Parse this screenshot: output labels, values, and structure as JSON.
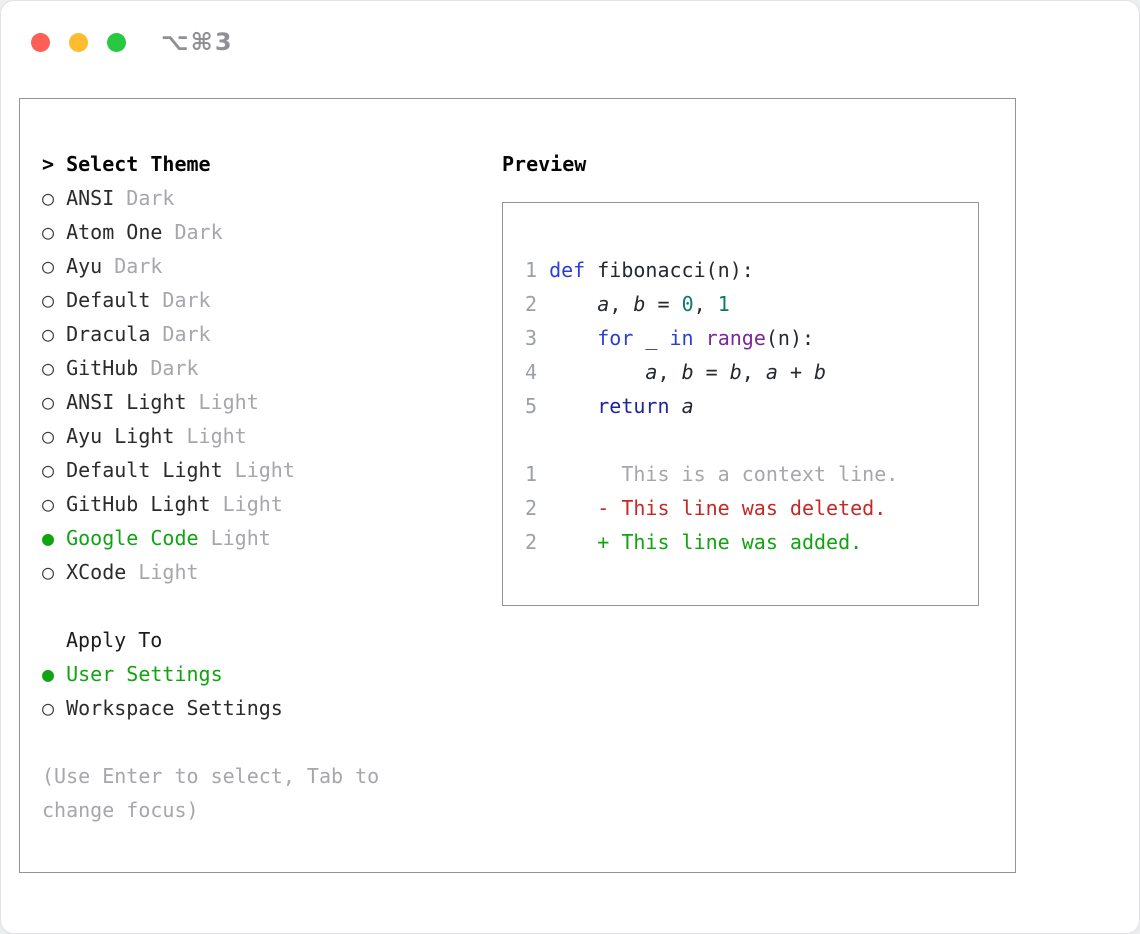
{
  "window": {
    "shortcut": "⌥⌘3"
  },
  "traffic_lights": [
    {
      "name": "close"
    },
    {
      "name": "minimize"
    },
    {
      "name": "zoom"
    }
  ],
  "theme_selector": {
    "prompt": ">",
    "title": "Select Theme",
    "items": [
      {
        "name": "ANSI",
        "variant": "Dark",
        "selected": false
      },
      {
        "name": "Atom One",
        "variant": "Dark",
        "selected": false
      },
      {
        "name": "Ayu",
        "variant": "Dark",
        "selected": false
      },
      {
        "name": "Default",
        "variant": "Dark",
        "selected": false
      },
      {
        "name": "Dracula",
        "variant": "Dark",
        "selected": false
      },
      {
        "name": "GitHub",
        "variant": "Dark",
        "selected": false
      },
      {
        "name": "ANSI Light",
        "variant": "Light",
        "selected": false
      },
      {
        "name": "Ayu Light",
        "variant": "Light",
        "selected": false
      },
      {
        "name": "Default Light",
        "variant": "Light",
        "selected": false
      },
      {
        "name": "GitHub Light",
        "variant": "Light",
        "selected": false
      },
      {
        "name": "Google Code",
        "variant": "Light",
        "selected": true
      },
      {
        "name": "XCode",
        "variant": "Light",
        "selected": false
      }
    ],
    "apply_to": {
      "title": "Apply To",
      "options": [
        {
          "label": "User Settings",
          "selected": true
        },
        {
          "label": "Workspace Settings",
          "selected": false
        }
      ]
    },
    "hint_lines": [
      "(Use Enter to select, Tab to",
      "change focus)"
    ]
  },
  "preview": {
    "title": "Preview",
    "code_lines": [
      {
        "num": "1",
        "tokens": [
          {
            "t": "def ",
            "c": "keyword"
          },
          {
            "t": "fibonacci(n):",
            "c": "plain"
          }
        ]
      },
      {
        "num": "2",
        "tokens": [
          {
            "t": "    ",
            "c": "plain"
          },
          {
            "t": "a",
            "c": "variable"
          },
          {
            "t": ", ",
            "c": "plain"
          },
          {
            "t": "b",
            "c": "variable"
          },
          {
            "t": " = ",
            "c": "plain"
          },
          {
            "t": "0",
            "c": "number"
          },
          {
            "t": ", ",
            "c": "plain"
          },
          {
            "t": "1",
            "c": "number"
          }
        ]
      },
      {
        "num": "3",
        "tokens": [
          {
            "t": "    ",
            "c": "plain"
          },
          {
            "t": "for",
            "c": "keyword"
          },
          {
            "t": " _ ",
            "c": "plain"
          },
          {
            "t": "in",
            "c": "keyword"
          },
          {
            "t": " ",
            "c": "plain"
          },
          {
            "t": "range",
            "c": "builtin"
          },
          {
            "t": "(n):",
            "c": "plain"
          }
        ]
      },
      {
        "num": "4",
        "tokens": [
          {
            "t": "        ",
            "c": "plain"
          },
          {
            "t": "a",
            "c": "variable"
          },
          {
            "t": ", ",
            "c": "plain"
          },
          {
            "t": "b",
            "c": "variable"
          },
          {
            "t": " = ",
            "c": "plain"
          },
          {
            "t": "b",
            "c": "variable"
          },
          {
            "t": ", ",
            "c": "plain"
          },
          {
            "t": "a",
            "c": "variable"
          },
          {
            "t": " + ",
            "c": "plain"
          },
          {
            "t": "b",
            "c": "variable"
          }
        ]
      },
      {
        "num": "5",
        "tokens": [
          {
            "t": "    ",
            "c": "plain"
          },
          {
            "t": "return ",
            "c": "keyword2"
          },
          {
            "t": "a",
            "c": "variable"
          }
        ]
      }
    ],
    "diff_lines": [
      {
        "num": "1",
        "tokens": [
          {
            "t": "      This is a context line.",
            "c": "context"
          }
        ]
      },
      {
        "num": "2",
        "tokens": [
          {
            "t": "    - This line was deleted.",
            "c": "deleted"
          }
        ]
      },
      {
        "num": "2",
        "tokens": [
          {
            "t": "    + This line was added.",
            "c": "added"
          }
        ]
      }
    ]
  },
  "colors": {
    "traffic-red": "#ff5f57",
    "traffic-yellow": "#febc2e",
    "traffic-green": "#28c840",
    "shortcut": "#8f8f94",
    "border": "#94949c",
    "text": "#2b2b2e",
    "muted": "#a6a6ab",
    "green": "#12a312",
    "lineno": "#9aa0a6",
    "plain": "#24292e",
    "kw": "#2a3fd4",
    "kw2": "#1c2694",
    "builtin": "#7d2699",
    "number": "#0e7a66",
    "context": "#a6a6ab",
    "deleted": "#c62828",
    "added": "#12a312"
  }
}
